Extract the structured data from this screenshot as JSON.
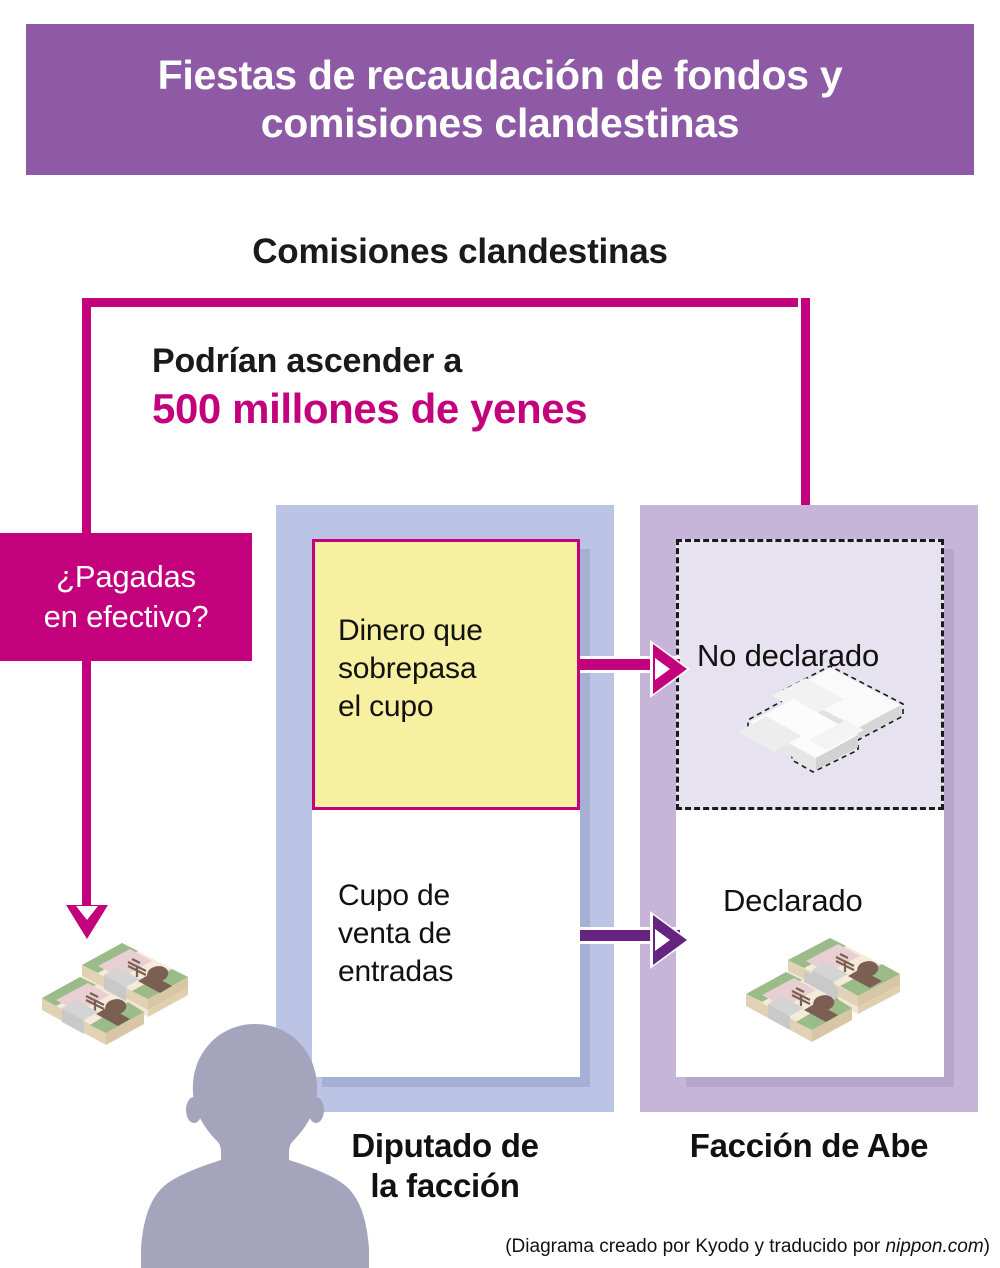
{
  "title": {
    "text": "Fiestas de recaudación de fondos y\ncomisiones clandestinas",
    "background_color": "#8e5aa6",
    "text_color": "#ffffff"
  },
  "kickoff_heading": "Comisiones clandestinas",
  "amount_callout": {
    "lead_line": "Podrían ascender a",
    "amount_line": "500 millones de yenes",
    "accent_color": "#c4017c"
  },
  "cash_question": {
    "text": "¿Pagadas\nen efectivo?",
    "background_color": "#c4017c",
    "text_color": "#ffffff"
  },
  "columns": [
    {
      "key": "member",
      "caption": "Diputado de\nla facción",
      "background_color": "#bcc4e6",
      "cards": [
        {
          "key": "over_quota",
          "label": "Dinero que\nsobrepasa\nel cupo",
          "fill": "#f7f0a0",
          "border_color": "#c4017c"
        },
        {
          "key": "ticket_quota",
          "label": "Cupo de\nventa de\nentradas",
          "fill": "#ffffff",
          "border_color": "none"
        }
      ]
    },
    {
      "key": "faction",
      "caption": "Facción de Abe",
      "background_color": "#c7b4d9",
      "cards": [
        {
          "key": "undeclared",
          "label": "No declarado",
          "fill": "#e6e2f0",
          "border_color": "#1a1a1a",
          "border_style": "dashed",
          "icon": "ghost-money-stack-icon"
        },
        {
          "key": "declared",
          "label": "Declarado",
          "fill": "#ffffff",
          "border_color": "none",
          "icon": "yen-money-stack-icon"
        }
      ]
    }
  ],
  "arrows": [
    {
      "key": "over-quota-to-undeclared",
      "color": "#c4017c",
      "direction": "right"
    },
    {
      "key": "quota-to-declared",
      "color": "#662480",
      "direction": "right"
    },
    {
      "key": "kickback-bracket",
      "color": "#c4017c",
      "direction": "down"
    },
    {
      "key": "kickback-into-undeclared",
      "color": "#c4017c",
      "direction": "down"
    }
  ],
  "icons": {
    "cash_bundle_left": "yen-money-stack-icon",
    "person": "person-silhouette-icon",
    "ghost_money": "ghost-money-stack-icon",
    "declared_money": "yen-money-stack-icon"
  },
  "credit": {
    "prefix": "(Diagrama creado por Kyodo y traducido por ",
    "source": "nippon.com",
    "suffix": ")"
  }
}
